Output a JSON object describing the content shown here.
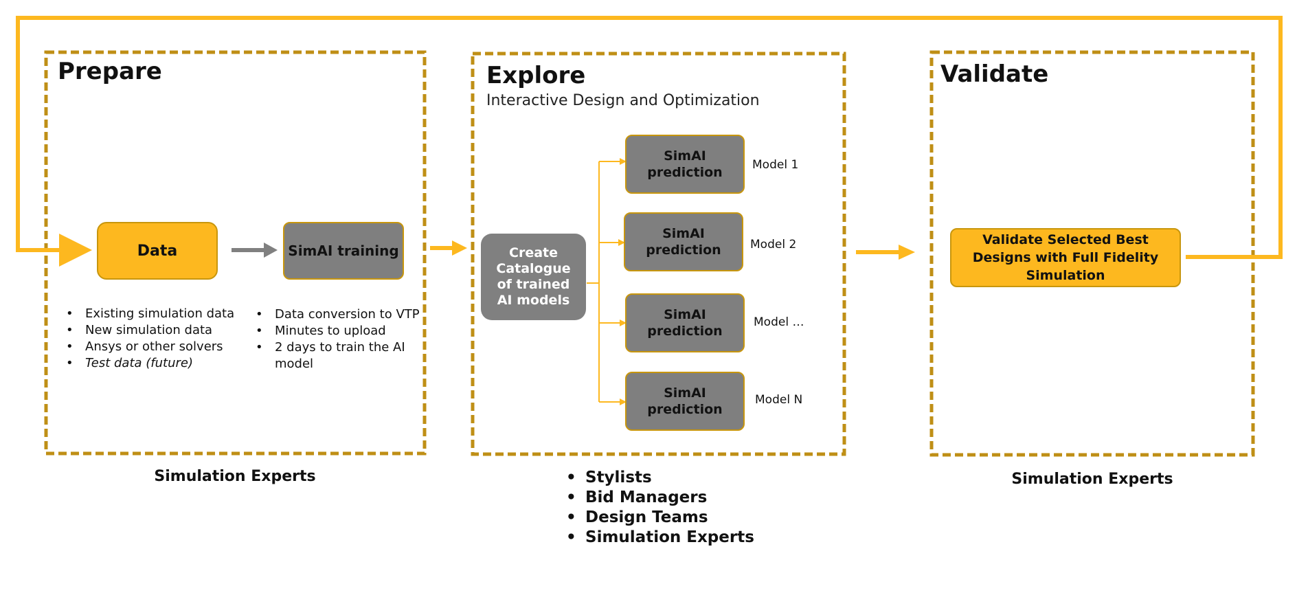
{
  "colors": {
    "accent_yellow": "#fdb81f",
    "stage_border": "#bf8f16",
    "gray_box": "#7f7f7f",
    "gray_arrow": "#808080"
  },
  "prepare": {
    "title": "Prepare",
    "data_box": "Data",
    "training_box": "SimAI training",
    "data_bullets": [
      "Existing simulation data",
      "New simulation data",
      "Ansys or other solvers",
      "Test data (future)"
    ],
    "training_bullets": [
      "Data conversion to VTP",
      "Minutes to upload",
      "2 days to train the AI model"
    ],
    "footer": "Simulation Experts"
  },
  "explore": {
    "title": "Explore",
    "subtitle": "Interactive Design and Optimization",
    "catalogue_box": "Create Catalogue of trained AI models",
    "predictions": [
      {
        "label": "SimAI prediction",
        "model": "Model 1"
      },
      {
        "label": "SimAI prediction",
        "model": "Model 2"
      },
      {
        "label": "SimAI prediction",
        "model": "Model …"
      },
      {
        "label": "SimAI prediction",
        "model": "Model N"
      }
    ],
    "users": [
      "Stylists",
      "Bid Managers",
      "Design Teams",
      "Simulation Experts"
    ]
  },
  "validate": {
    "title": "Validate",
    "box": "Validate Selected Best Designs with Full Fidelity Simulation",
    "footer": "Simulation Experts"
  }
}
